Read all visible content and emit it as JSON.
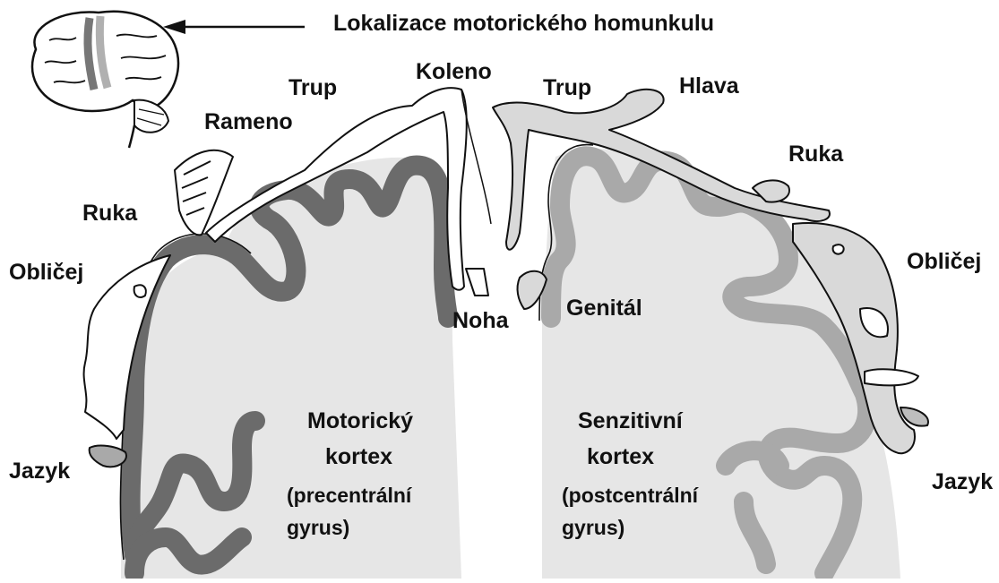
{
  "title": "Lokalizace motorického homunkulu",
  "colors": {
    "motor_cortex": "#6b6b6b",
    "sensory_cortex": "#a9a9a9",
    "white_matter": "#e6e6e6",
    "sensory_body": "#d9d9d9",
    "outline": "#111111"
  },
  "motor": {
    "labels": {
      "trup": "Trup",
      "koleno": "Koleno",
      "rameno": "Rameno",
      "ruka": "Ruka",
      "oblicej": "Obličej",
      "jazyk": "Jazyk",
      "noha": "Noha"
    },
    "cortex_title_line1": "Motorický",
    "cortex_title_line2": "kortex",
    "gyrus_line1": "(precentrální",
    "gyrus_line2": "gyrus)"
  },
  "sensory": {
    "labels": {
      "trup": "Trup",
      "hlava": "Hlava",
      "ruka": "Ruka",
      "oblicej": "Obličej",
      "jazyk": "Jazyk",
      "genital": "Genitál"
    },
    "cortex_title_line1": "Senzitivní",
    "cortex_title_line2": "kortex",
    "gyrus_line1": "(postcentrální",
    "gyrus_line2": "gyrus)"
  },
  "icons": [
    "brain-icon",
    "arrow-left-icon"
  ]
}
